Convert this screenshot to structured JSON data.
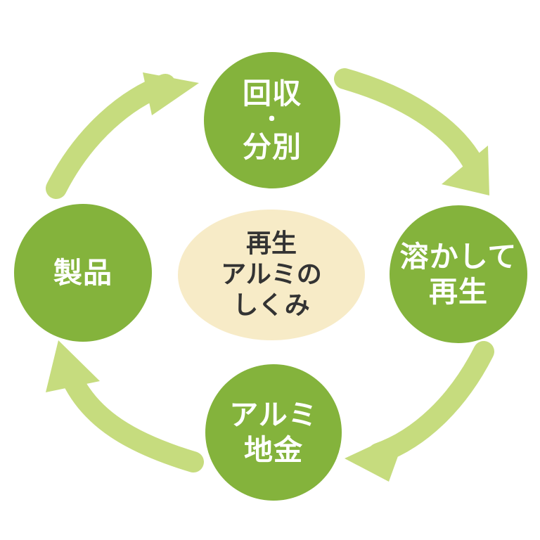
{
  "colors": {
    "node_fill": "#84b33c",
    "arrow": "#c6dc7e",
    "center_fill": "#f7ebc7",
    "center_text": "#333333",
    "node_text": "#ffffff"
  },
  "center": {
    "lines": [
      "再生",
      "アルミの",
      "しくみ"
    ]
  },
  "nodes": {
    "top": {
      "line1": "回収",
      "separator": "・",
      "line2": "分別"
    },
    "right": {
      "line1": "溶かして",
      "line2": "再生"
    },
    "bottom": {
      "line1": "アルミ",
      "line2": "地金"
    },
    "left": {
      "line1": "製品"
    }
  },
  "flow": [
    "回収・分別",
    "溶かして再生",
    "アルミ地金",
    "製品"
  ]
}
